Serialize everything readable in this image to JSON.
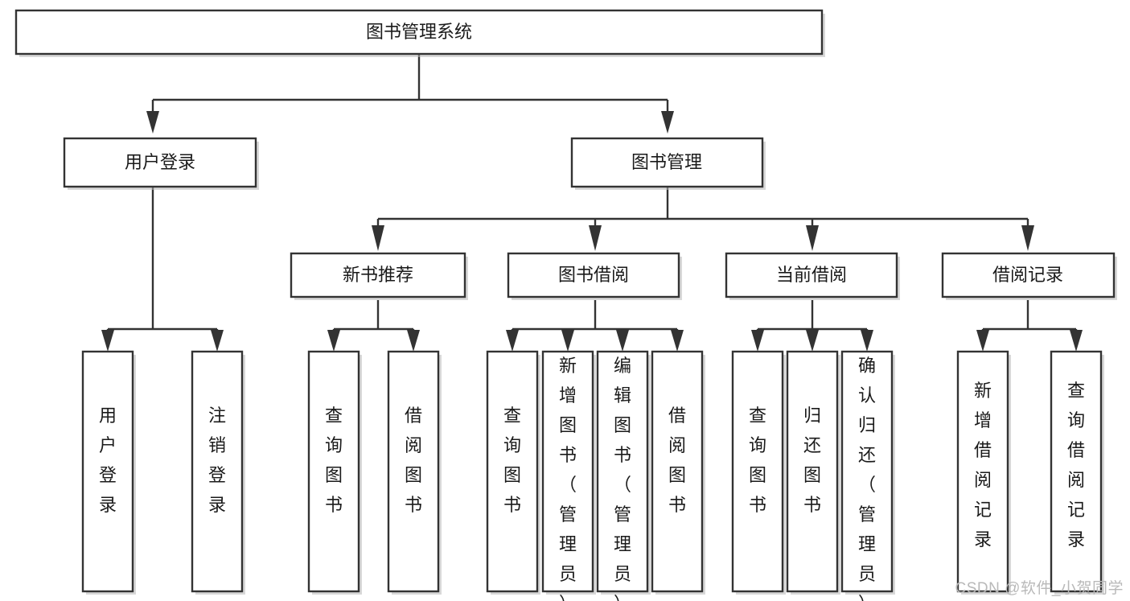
{
  "diagram": {
    "title": "图书管理系统",
    "type": "tree",
    "watermark": "CSDN @软件_小贺同学",
    "colors": {
      "box_stroke": "#333333",
      "box_fill": "#ffffff",
      "text": "#1a1a1a",
      "watermark": "#b9b9b9",
      "background": "#ffffff"
    },
    "nodes": {
      "root": {
        "label": "图书管理系统",
        "level": 0
      },
      "l1": [
        {
          "id": "user-login",
          "label": "用户登录",
          "level": 1
        },
        {
          "id": "book-manage",
          "label": "图书管理",
          "level": 1
        }
      ],
      "l2": [
        {
          "id": "new-book-recommend",
          "label": "新书推荐",
          "level": 2
        },
        {
          "id": "book-borrow",
          "label": "图书借阅",
          "level": 2
        },
        {
          "id": "current-borrow",
          "label": "当前借阅",
          "level": 2
        },
        {
          "id": "borrow-record",
          "label": "借阅记录",
          "level": 2
        }
      ],
      "leaves": {
        "user-login": [
          {
            "id": "leaf-user-login",
            "label": "用户登录"
          },
          {
            "id": "leaf-logout-login",
            "label": "注销登录"
          }
        ],
        "new-book-recommend": [
          {
            "id": "leaf-query-book-1",
            "label": "查询图书"
          },
          {
            "id": "leaf-borrow-book-1",
            "label": "借阅图书"
          }
        ],
        "book-borrow": [
          {
            "id": "leaf-query-book-2",
            "label": "查询图书"
          },
          {
            "id": "leaf-add-book",
            "label": "新增图书（管理员）"
          },
          {
            "id": "leaf-edit-book",
            "label": "编辑图书（管理员）"
          },
          {
            "id": "leaf-borrow-book-2",
            "label": "借阅图书"
          }
        ],
        "current-borrow": [
          {
            "id": "leaf-query-book-3",
            "label": "查询图书"
          },
          {
            "id": "leaf-return-book",
            "label": "归还图书"
          },
          {
            "id": "leaf-confirm-return",
            "label": "确认归还（管理员）"
          }
        ],
        "borrow-record": [
          {
            "id": "leaf-add-record",
            "label": "新增借阅记录"
          },
          {
            "id": "leaf-query-record",
            "label": "查询借阅记录"
          }
        ]
      }
    },
    "edges": [
      {
        "from": "图书管理系统",
        "to": "用户登录"
      },
      {
        "from": "图书管理系统",
        "to": "图书管理"
      },
      {
        "from": "用户登录",
        "to": "用户登录"
      },
      {
        "from": "用户登录",
        "to": "注销登录"
      },
      {
        "from": "图书管理",
        "to": "新书推荐"
      },
      {
        "from": "图书管理",
        "to": "图书借阅"
      },
      {
        "from": "图书管理",
        "to": "当前借阅"
      },
      {
        "from": "图书管理",
        "to": "借阅记录"
      },
      {
        "from": "新书推荐",
        "to": "查询图书"
      },
      {
        "from": "新书推荐",
        "to": "借阅图书"
      },
      {
        "from": "图书借阅",
        "to": "查询图书"
      },
      {
        "from": "图书借阅",
        "to": "新增图书（管理员）"
      },
      {
        "from": "图书借阅",
        "to": "编辑图书（管理员）"
      },
      {
        "from": "图书借阅",
        "to": "借阅图书"
      },
      {
        "from": "当前借阅",
        "to": "查询图书"
      },
      {
        "from": "当前借阅",
        "to": "归还图书"
      },
      {
        "from": "当前借阅",
        "to": "确认归还（管理员）"
      },
      {
        "from": "借阅记录",
        "to": "新增借阅记录"
      },
      {
        "from": "借阅记录",
        "to": "查询借阅记录"
      }
    ]
  }
}
